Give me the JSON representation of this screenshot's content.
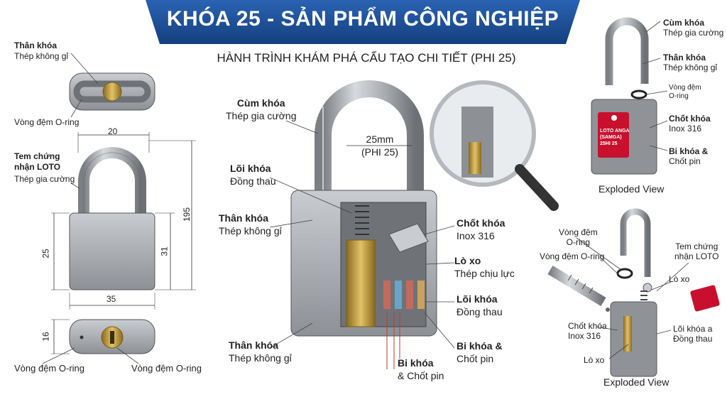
{
  "header": {
    "title": "KHÓA 25 - SẢN PHẨM CÔNG NGHIỆP",
    "subtitle": "HÀNH TRÌNH KHÁM PHÁ CẤU TẠO CHI TIẾT (PHI 25)",
    "banner_color": "#1b4e96"
  },
  "left_views": {
    "top_view": {
      "body_label": "Thân khóa",
      "body_sub": "Thép không gỉ",
      "oring_label": "Vòng đệm O-ring"
    },
    "front_view": {
      "dim_top": "20",
      "dim_height_total": "195",
      "dim_body_left": "25",
      "dim_body_right": "31",
      "dim_bottom": "35",
      "seal_label_1": "Tem chứng",
      "seal_label_2": "nhận LOTO",
      "seal_sub": "Thép gia cường"
    },
    "bottom_view": {
      "dim_height": "16",
      "oring_left": "Vòng đệm O-ring",
      "oring_right": "Vòng đệm O-ring"
    }
  },
  "center_view": {
    "shackle_label": "Cùm khóa",
    "shackle_sub": "Thép gia cường",
    "diameter": "25mm",
    "diameter_sub": "(PHI 25)",
    "core_label": "Lõi khóa",
    "core_sub": "Đồng thau",
    "body_label": "Thân khóa",
    "body_sub": "Thép không gỉ",
    "body_label_2": "Thân khóa",
    "body_sub_2": "Thép không gỉ",
    "pin_label": "Chốt khóa",
    "pin_sub": "Inox 316",
    "spring_label": "Lò xo",
    "spring_sub": "Thép chịu lực",
    "core2_label": "Lõi khóa",
    "core2_sub": "Đồng thau",
    "ball_label": "Bi khóa &",
    "ball_sub": "Chốt pin",
    "ball2_label": "Bi khóa",
    "ball2_sub": "& Chốt pin"
  },
  "right_top": {
    "shackle_label": "Cùm khóa",
    "shackle_sub": "Thép gia cường",
    "body_label": "Thân khóa",
    "body_sub": "Thép không gỉ",
    "washer_label": "Vòng đệm",
    "washer_sub": "O-ring",
    "pin_label": "Chốt khóa",
    "pin_sub": "Inox 316",
    "ball_label": "Bi khóa &",
    "ball_sub": "Chốt pin",
    "tag_line1": "LOTO ANGA",
    "tag_line2": "(SAMGA)",
    "tag_line3": "25HI 25",
    "caption": "Exploded View"
  },
  "right_bottom": {
    "washer_label": "Vòng đệm",
    "washer_sub": "O-ring",
    "washer2_label": "Vòng đệm O-ring",
    "seal_label": "Tem chứng",
    "seal_sub": "nhận LOTO",
    "spring_label": "Lò xo",
    "pin_label": "Chốt khóa",
    "pin_sub": "Inox 316",
    "core_label": "Lõi khóa a",
    "core_sub": "Đồng thau",
    "spring2_label": "Lò xo",
    "caption": "Exploded View"
  }
}
